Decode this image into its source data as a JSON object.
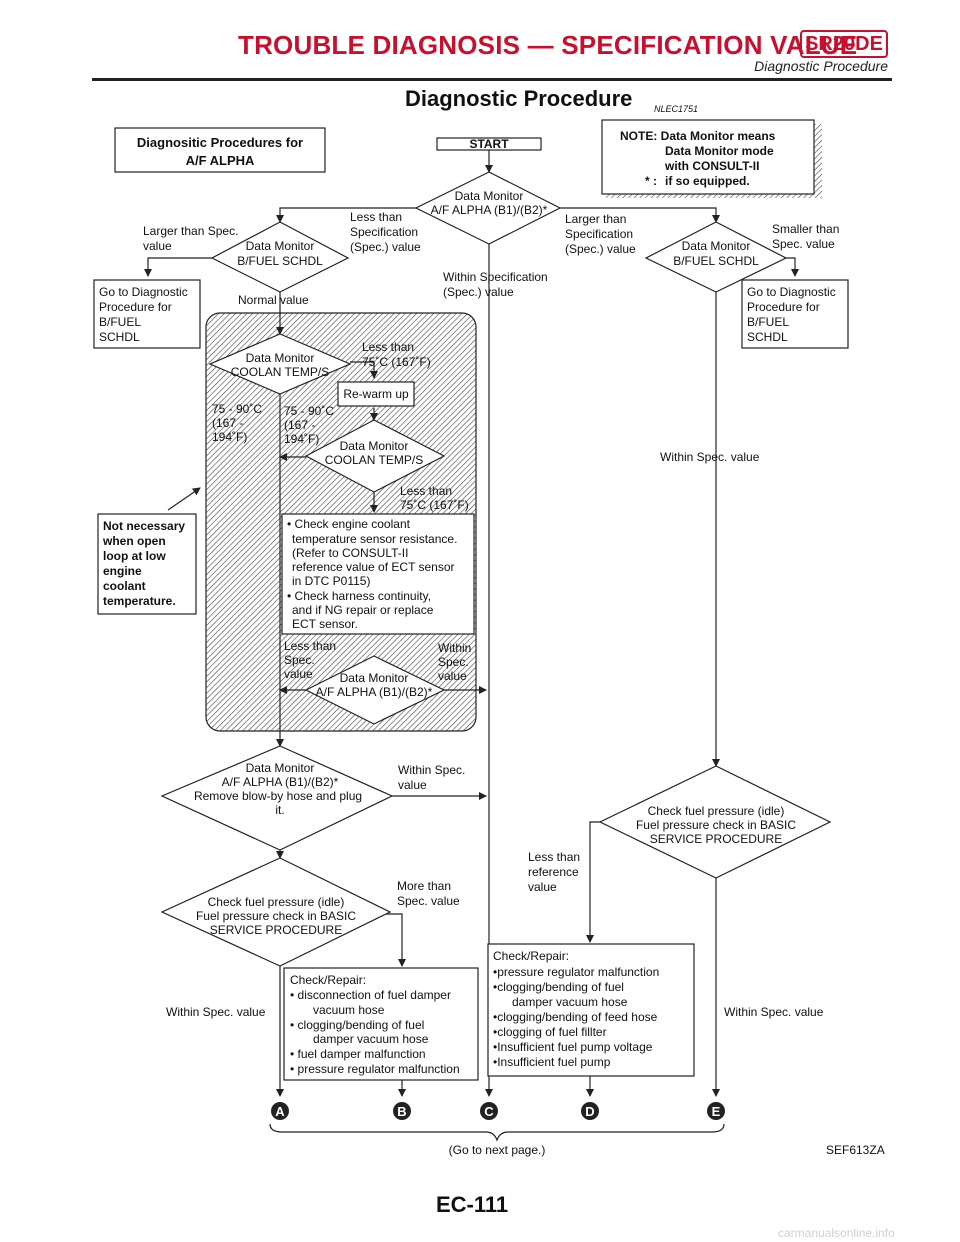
{
  "header": {
    "title": "TROUBLE DIAGNOSIS — SPECIFICATION VALUE",
    "badge": "SR20DE",
    "subtitle": "Diagnostic Procedure"
  },
  "page": {
    "title": "Diagnostic Procedure",
    "code": "NLEC1751",
    "figure_id": "SEF613ZA",
    "page_number": "EC-111",
    "watermark": "carmanualsonline.info"
  },
  "flow": {
    "title_box": [
      "Diagnositic Procedures for",
      "A/F ALPHA"
    ],
    "start": "START",
    "note": [
      "NOTE: Data Monitor means",
      "Data Monitor mode",
      "with CONSULT-II",
      "if so equipped."
    ],
    "note_star": "* :",
    "d1": [
      "Data Monitor",
      "A/F ALPHA (B1)/(B2)*"
    ],
    "lbl_less_spec": [
      "Less than",
      "Specification",
      "(Spec.) value"
    ],
    "lbl_larger_spec": [
      "Larger than",
      "Specification",
      "(Spec.) value"
    ],
    "lbl_within_spec": [
      "Within Specification",
      "(Spec.) value"
    ],
    "lbl_larger_than_spec": [
      "Larger than Spec.",
      "value"
    ],
    "d_fuel_left": [
      "Data Monitor",
      "B/FUEL SCHDL"
    ],
    "d_fuel_right": [
      "Data Monitor",
      "B/FUEL SCHDL"
    ],
    "lbl_smaller_spec": [
      "Smaller than",
      "Spec. value"
    ],
    "box_goto_left": [
      "Go to Diagnostic",
      "Procedure for",
      "B/FUEL",
      "SCHDL"
    ],
    "box_goto_right": [
      "Go to Diagnostic",
      "Procedure for",
      "B/FUEL",
      "SCHDL"
    ],
    "lbl_normal": "Normal value",
    "d_coolant1": [
      "Data Monitor",
      "COOLAN TEMP/S"
    ],
    "lbl_less75_a": [
      "Less than",
      "75˚C (167˚F)"
    ],
    "box_rewarm": "Re-warm up",
    "lbl_range_a": [
      "75 - 90˚C",
      "(167 -",
      "194˚F)"
    ],
    "lbl_range_b": [
      "75 - 90˚C",
      "(167 -",
      "194˚F)"
    ],
    "d_coolant2": [
      "Data Monitor",
      "COOLAN TEMP/S"
    ],
    "lbl_less75_b": [
      "Less than",
      "75˚C (167˚F)"
    ],
    "lbl_within_spec_right": "Within Spec. value",
    "note_box": [
      "Not necessary",
      "when open",
      "loop at low",
      "engine",
      "coolant",
      "temperature."
    ],
    "check_ect": [
      "• Check engine coolant",
      "temperature sensor resistance.",
      "(Refer to CONSULT-II",
      "reference value of ECT sensor",
      "in DTC P0115)",
      "• Check harness continuity,",
      "and if NG repair or replace",
      "ECT sensor."
    ],
    "lbl_less_spec_value": [
      "Less than",
      "Spec.",
      "value"
    ],
    "lbl_within_spec_value": [
      "Within",
      "Spec.",
      "value"
    ],
    "d_alpha2": [
      "Data Monitor",
      "A/F ALPHA (B1)/(B2)*"
    ],
    "d_alpha3": [
      "Data Monitor",
      "A/F ALPHA (B1)/(B2)*",
      "Remove blow-by hose and plug",
      "it."
    ],
    "lbl_within_spec_c": [
      "Within Spec.",
      "value"
    ],
    "d_fuel_press_right": [
      "Check fuel pressure (idle)",
      "Fuel pressure check in BASIC",
      "SERVICE PROCEDURE"
    ],
    "lbl_less_ref": [
      "Less than",
      "reference",
      "value"
    ],
    "d_fuel_press_left": [
      "Check fuel pressure (idle)",
      "Fuel pressure check in BASIC",
      "SERVICE PROCEDURE"
    ],
    "lbl_more_spec": [
      "More than",
      "Spec. value"
    ],
    "box_repair_right": [
      "Check/Repair:",
      "•pressure regulator malfunction",
      "•clogging/bending of fuel",
      "damper vacuum hose",
      "•clogging/bending of feed hose",
      "•clogging of fuel fillter",
      "•Insufficient fuel pump voltage",
      "•Insufficient fuel pump"
    ],
    "box_repair_left": [
      "Check/Repair:",
      "•  disconnection of fuel damper",
      "vacuum hose",
      "•  clogging/bending of fuel",
      "damper vacuum hose",
      "•  fuel damper malfunction",
      "•  pressure regulator malfunction"
    ],
    "lbl_within_spec_left": "Within Spec. value",
    "lbl_within_spec_far_right": "Within Spec. value",
    "connectors": [
      "A",
      "B",
      "C",
      "D",
      "E"
    ],
    "go_next": "(Go to next page.)"
  }
}
